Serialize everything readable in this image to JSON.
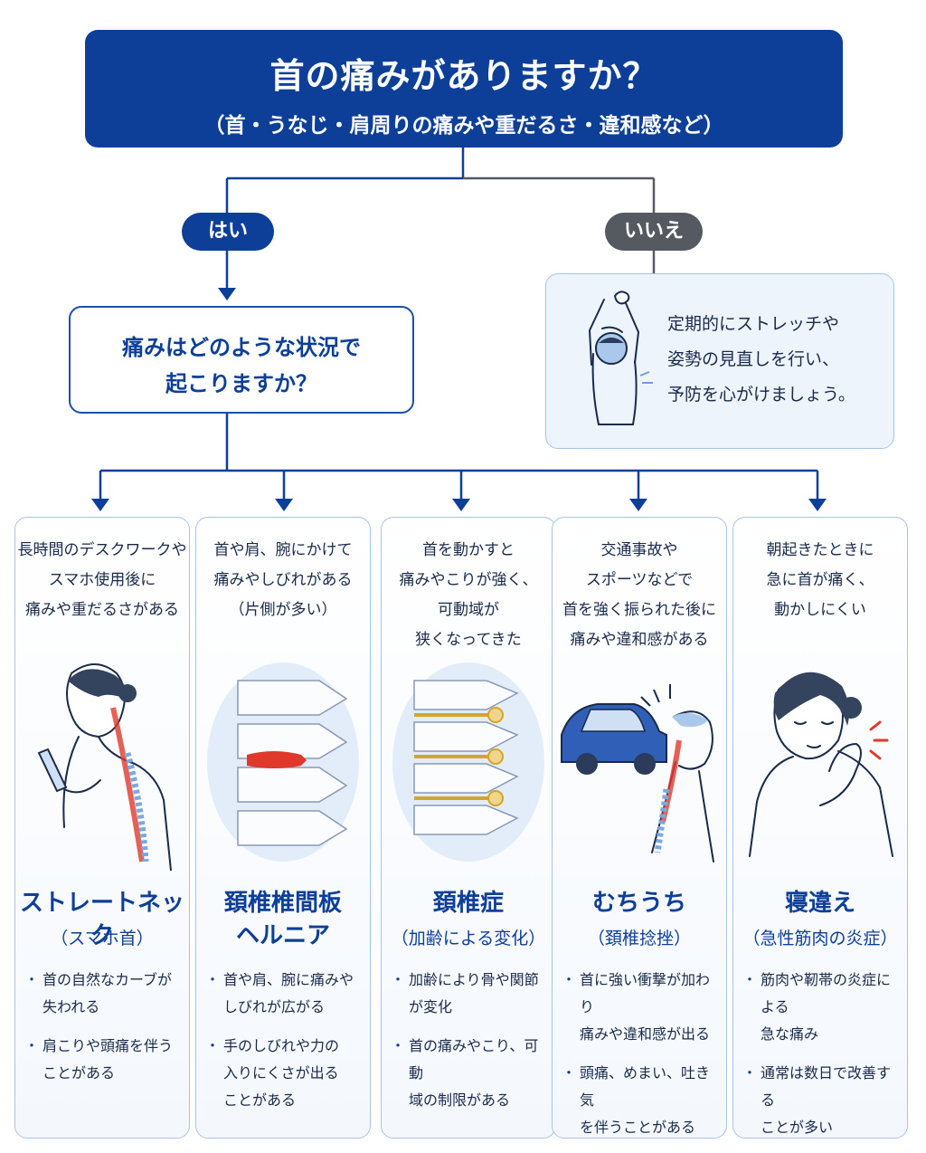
{
  "header": {
    "title": "首の痛みがありますか？",
    "subtitle": "（首・うなじ・肩周りの痛みや重だるさ・違和感など）"
  },
  "yes_label": "はい",
  "no_label": "いいえ",
  "question": {
    "line1": "痛みはどのような状況で",
    "line2": "起こりますか？"
  },
  "no_advice": {
    "lines": [
      "定期的にストレッチや",
      "姿勢の見直しを行い、",
      "予防を心がけましょう。"
    ]
  },
  "conditions": [
    {
      "situation": [
        "長時間のデスクワークや",
        "スマホ使用後に",
        "痛みや重だるさがある"
      ],
      "name": [
        "ストレートネック"
      ],
      "subname": "（スマホ首）",
      "bullets": [
        [
          "首の自然なカーブが",
          "失われる"
        ],
        [
          "肩こりや頭痛を伴う",
          "ことがある"
        ]
      ]
    },
    {
      "situation": [
        "首や肩、腕にかけて",
        "痛みやしびれがある",
        "（片側が多い）"
      ],
      "name": [
        "頚椎椎間板",
        "ヘルニア"
      ],
      "subname": "",
      "bullets": [
        [
          "首や肩、腕に痛みや",
          "しびれが広がる"
        ],
        [
          "手のしびれや力の",
          "入りにくさが出る",
          "ことがある"
        ]
      ]
    },
    {
      "situation": [
        "首を動かすと",
        "痛みやこりが強く、",
        "可動域が",
        "狭くなってきた"
      ],
      "name": [
        "頚椎症"
      ],
      "subname": "（加齢による変化）",
      "bullets": [
        [
          "加齢により骨や関節",
          "が変化"
        ],
        [
          "首の痛みやこり、可動",
          "域の制限がある"
        ]
      ]
    },
    {
      "situation": [
        "交通事故や",
        "スポーツなどで",
        "首を強く振られた後に",
        "痛みや違和感がある"
      ],
      "name": [
        "むちうち"
      ],
      "subname": "（頚椎捻挫）",
      "bullets": [
        [
          "首に強い衝撃が加わり",
          "痛みや違和感が出る"
        ],
        [
          "頭痛、めまい、吐き気",
          "を伴うことがある"
        ]
      ]
    },
    {
      "situation": [
        "朝起きたときに",
        "急に首が痛く、",
        "動かしにくい"
      ],
      "name": [
        "寝違え"
      ],
      "subname": "（急性筋肉の炎症）",
      "bullets": [
        [
          "筋肉や靭帯の炎症による",
          "急な痛み"
        ],
        [
          "通常は数日で改善する",
          "ことが多い"
        ]
      ]
    }
  ],
  "colors": {
    "primary": "#0d3f99",
    "no_gray": "#555a61",
    "card_border": "#a9c3e4",
    "pain_red": "#e0392c",
    "disc_yellow": "#d4a52a"
  }
}
